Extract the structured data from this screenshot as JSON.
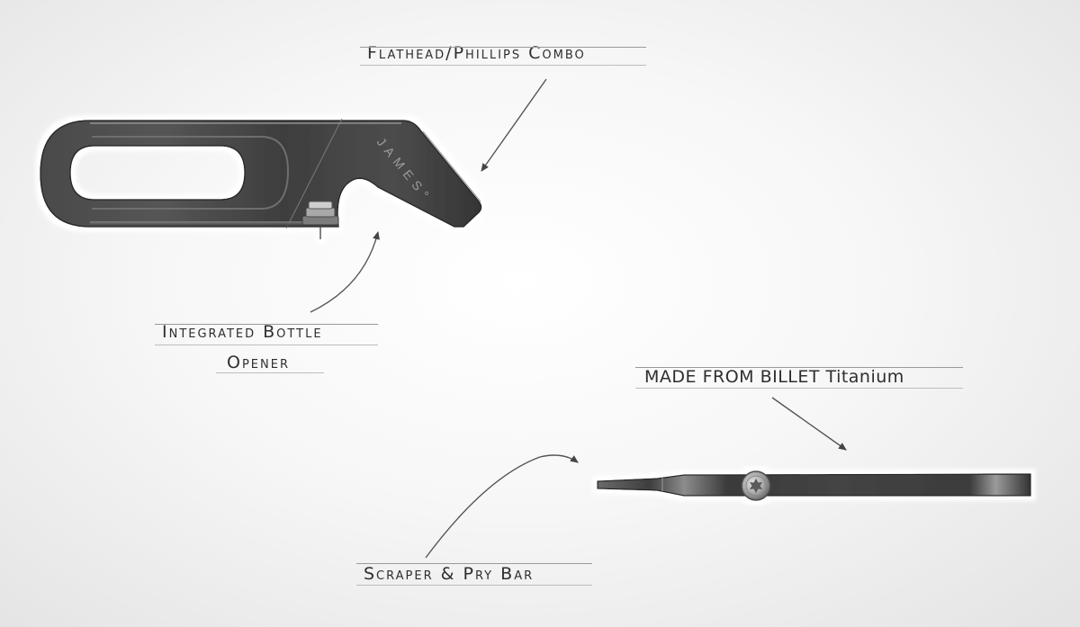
{
  "callouts": {
    "flathead": "Flathead/Phillips Combo",
    "bottle_line1": "Integrated Bottle",
    "bottle_line2": "Opener",
    "titanium": "MADE FROM BILLET Titanium",
    "scraper": "Scraper & Pry Bar"
  },
  "engraving": "JAMES°",
  "colors": {
    "metal_dark": "#3b3b3b",
    "metal_mid": "#5a5a5a",
    "metal_light": "#7d7d7d",
    "ink": "#2e2e2e",
    "halo": "#ffffff"
  }
}
